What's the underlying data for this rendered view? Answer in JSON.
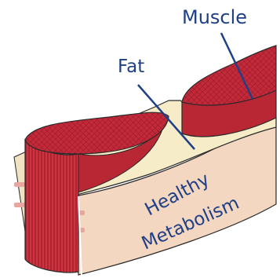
{
  "labels": {
    "muscle": "Muscle",
    "fat": "Fat",
    "band_line1": "Healthy",
    "band_line2": "Metabolism"
  },
  "colors": {
    "label_text": "#1f3f86",
    "pointer_line": "#1f3f86",
    "muscle_red": "#c4293a",
    "muscle_dark": "#8f1a26",
    "fat_cream": "#f6edc8",
    "band_tan": "#f3d7c0",
    "outline": "#2a2a2a"
  }
}
